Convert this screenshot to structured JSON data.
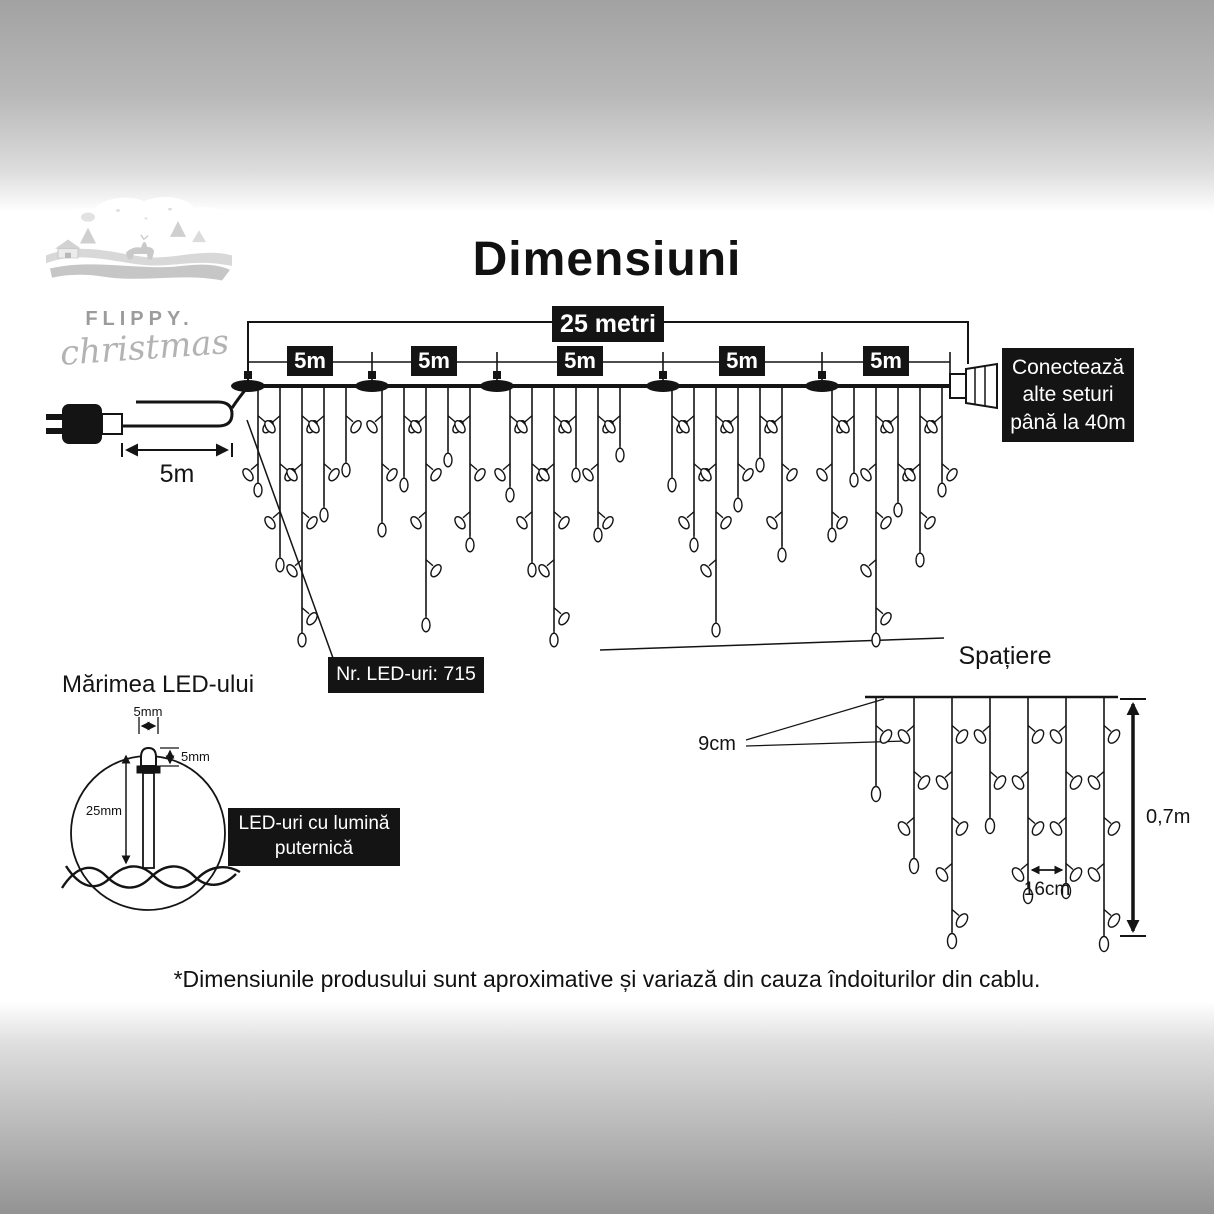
{
  "logo": {
    "brand_line1": "FLIPPY.",
    "brand_line2": "christmas"
  },
  "title": "Dimensiuni",
  "main_diagram": {
    "total_length_label": "25 metri",
    "segment_labels": [
      "5m",
      "5m",
      "5m",
      "5m",
      "5m"
    ],
    "lead_length_label": "5m",
    "connect_box_lines": [
      "Conectează",
      "alte seturi",
      "până la 40m"
    ],
    "led_count_label": "Nr. LED-uri: 715"
  },
  "led_size_section": {
    "heading": "Mărimea LED-ului",
    "bulb_width_label": "5mm",
    "bulb_height_label": "5mm",
    "led_total_height_label": "25mm",
    "callout_lines": [
      "LED-uri cu lumină",
      "puternică"
    ]
  },
  "spacing_section": {
    "heading": "Spațiere",
    "bulb_spacing_label": "9cm",
    "horizontal_spacing_label": "16cm",
    "drop_length_label": "0,7m"
  },
  "footnote": "*Dimensiunile produsului sunt aproximative și variază din cauza îndoiturilor din cablu.",
  "colors": {
    "box_background": "#141414",
    "box_text": "#ffffff",
    "line": "#141414"
  }
}
